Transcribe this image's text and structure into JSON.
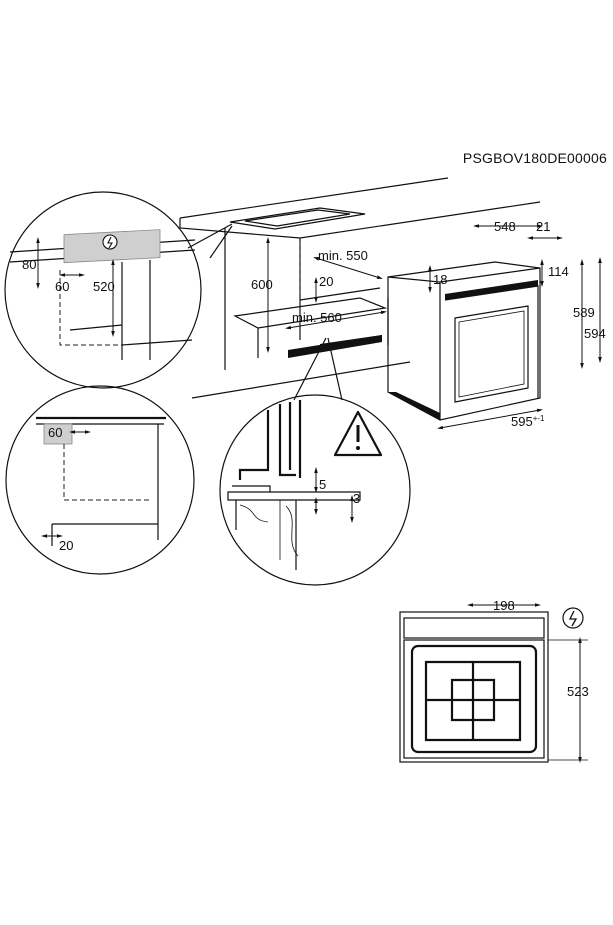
{
  "document_code": "PSGBOV180DE00006",
  "dimensions": {
    "d80": "80",
    "d60_top": "60",
    "d520": "520",
    "d600": "600",
    "d550": "min. 550",
    "d20_niche": "20",
    "d560": "min. 560",
    "d548": "548",
    "d21": "21",
    "d18": "18",
    "d114": "114",
    "d589": "589",
    "d594": "594",
    "d595": "595",
    "d595_tol": "+-1",
    "d60_side": "60",
    "d20_side": "20",
    "d5": "5",
    "d3": "3",
    "d198": "198",
    "d523": "523"
  },
  "icons": {
    "power": "power-connection-icon",
    "warning": "warning-triangle-icon"
  }
}
